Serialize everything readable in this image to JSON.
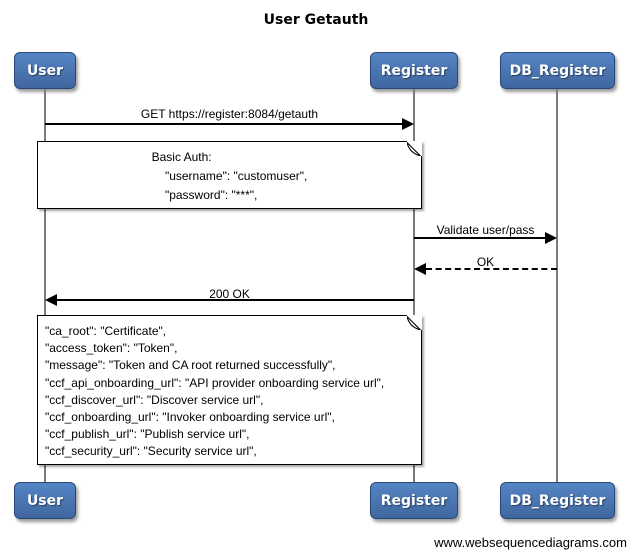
{
  "title": "User Getauth",
  "actors": {
    "user": "User",
    "register": "Register",
    "db_register": "DB_Register"
  },
  "messages": {
    "get_getauth": "GET https://register:8084/getauth",
    "validate": "Validate user/pass",
    "ok": "OK",
    "ok_200": "200 OK"
  },
  "notes": {
    "basic_auth": "Basic Auth:\n    \"username\": \"customuser\",\n    \"password\": \"***\",",
    "auth_response": "\"ca_root\": \"Certificate\",\n\"access_token\": \"Token\",\n\"message\": \"Token and CA root returned successfully\",\n\"ccf_api_onboarding_url\": \"API provider onboarding service url\",\n\"ccf_discover_url\": \"Discover service url\",\n\"ccf_onboarding_url\": \"Invoker onboarding service url\",\n\"ccf_publish_url\": \"Publish service url\",\n\"ccf_security_url\": \"Security service url\","
  },
  "watermark": "www.websequencediagrams.com",
  "colors": {
    "actor_fill_top": "#5585c5",
    "actor_fill_bottom": "#40669f",
    "actor_border": "#28487a",
    "actor_text": "#ffffff",
    "lifeline": "#7b7b7b",
    "line": "#000000",
    "note_bg": "#ffffff",
    "note_border": "#000000",
    "text": "#000000"
  }
}
